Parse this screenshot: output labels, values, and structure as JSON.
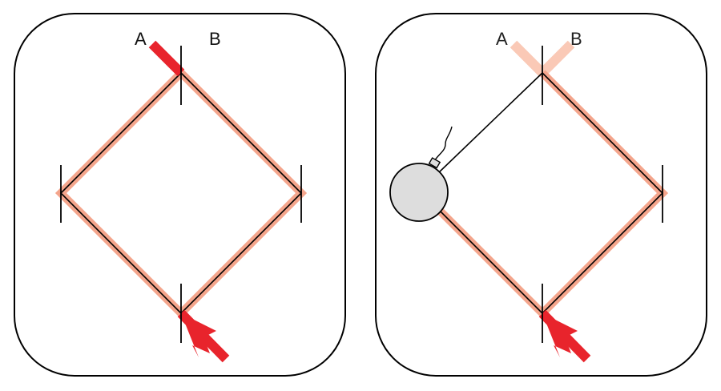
{
  "colors": {
    "background": "#ffffff",
    "panel_border": "#000000",
    "beam_path": "#f4a58c",
    "beam_faded": "#fac9b6",
    "beam_input": "#e8242c",
    "ray_line": "#000000",
    "mirror": "#000000",
    "bomb_fill": "#dddddd"
  },
  "panels": [
    {
      "id": "left",
      "labels": {
        "port_a": "A",
        "port_b": "B"
      },
      "bomb_present": false
    },
    {
      "id": "right",
      "labels": {
        "port_a": "A",
        "port_b": "B"
      },
      "bomb_present": true
    }
  ]
}
